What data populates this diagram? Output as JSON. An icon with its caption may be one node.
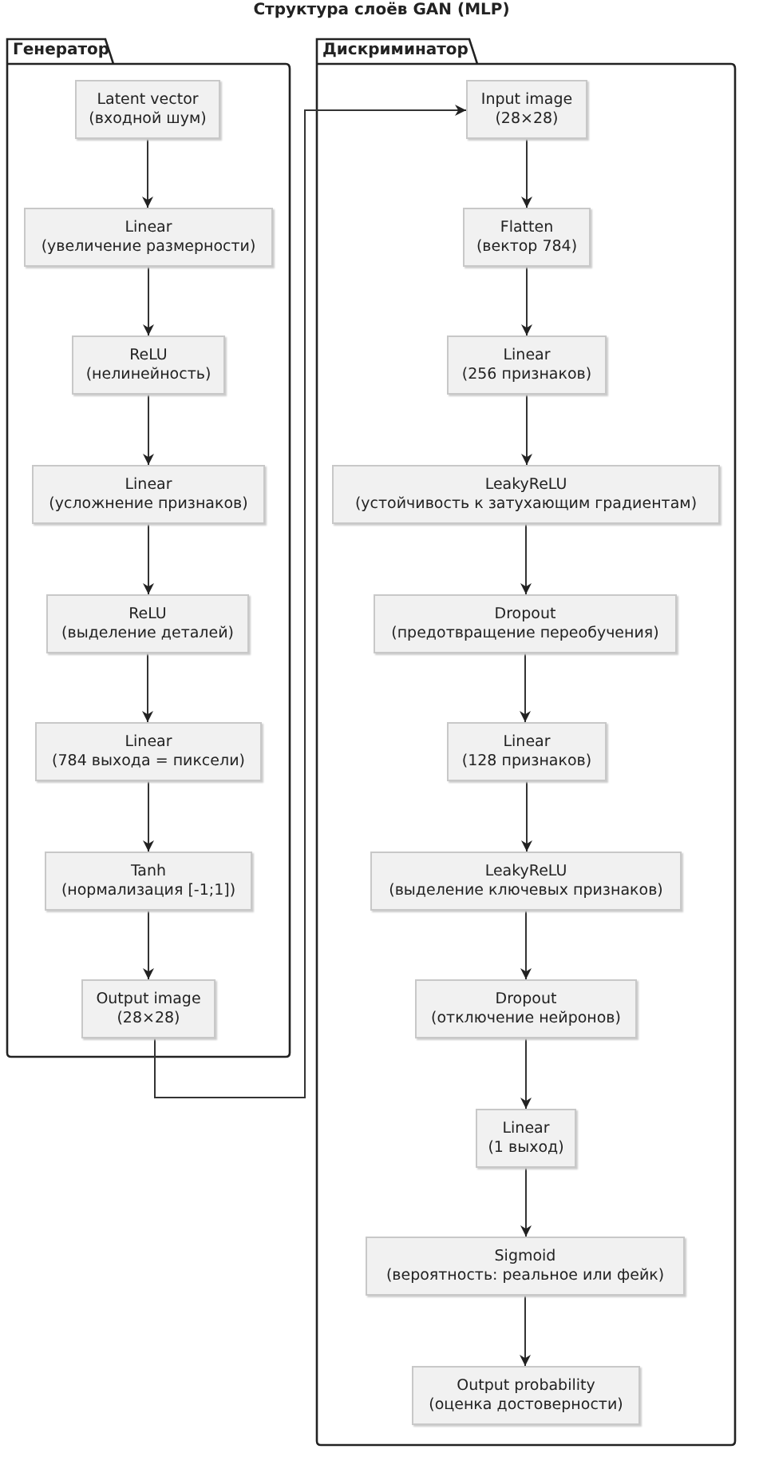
{
  "diagram": {
    "title": "Структура слоёв GAN (MLP)",
    "nodes": [
      {
        "text": [
          "Генератор"
        ]
      },
      {
        "text": [
          "Latent vector",
          "(входной шум)"
        ],
        "in": 0
      },
      {
        "text": [
          "Linear",
          "(увеличение размерности)"
        ],
        "in": 0
      },
      {
        "text": [
          "ReLU",
          "(нелинейность)"
        ],
        "in": 0
      },
      {
        "text": [
          "Linear",
          "(усложнение признаков)"
        ],
        "in": 0
      },
      {
        "text": [
          "ReLU",
          "(выделение деталей)"
        ],
        "in": 0
      },
      {
        "text": [
          "Linear",
          "(784 выхода = пиксели)"
        ],
        "in": 0
      },
      {
        "text": [
          "Tanh",
          "(нормализация [-1;1])"
        ],
        "in": 0
      },
      {
        "text": [
          "Output image",
          "(28×28)"
        ],
        "in": 0
      },
      {
        "text": [
          "Дискриминатор"
        ]
      },
      {
        "text": [
          "Input image",
          "(28×28)"
        ],
        "in": 9
      },
      {
        "text": [
          "Flatten",
          "(вектор 784)"
        ],
        "in": 9
      },
      {
        "text": [
          "Linear",
          "(256 признаков)"
        ],
        "in": 9
      },
      {
        "text": [
          "LeakyReLU",
          "(устойчивость к затухающим градиентам)"
        ],
        "in": 9
      },
      {
        "text": [
          "Dropout",
          "(предотвращение переобучения)"
        ],
        "in": 9
      },
      {
        "text": [
          "Linear",
          "(128 признаков)"
        ],
        "in": 9
      },
      {
        "text": [
          "LeakyReLU",
          "(выделение ключевых признаков)"
        ],
        "in": 9
      },
      {
        "text": [
          "Dropout",
          "(отключение нейронов)"
        ],
        "in": 9
      },
      {
        "text": [
          "Linear",
          "(1 выход)"
        ],
        "in": 9
      },
      {
        "text": [
          "Sigmoid",
          "(вероятность: реальное или фейк)"
        ],
        "in": 9
      },
      {
        "text": [
          "Output probability",
          "(оценка достоверности)"
        ],
        "in": 9
      }
    ],
    "edges": [
      {
        "from": 1,
        "to": 2,
        "arrow": "to"
      },
      {
        "from": 2,
        "to": 3,
        "arrow": "to"
      },
      {
        "from": 3,
        "to": 4,
        "arrow": "to"
      },
      {
        "from": 4,
        "to": 5,
        "arrow": "to"
      },
      {
        "from": 5,
        "to": 6,
        "arrow": "to"
      },
      {
        "from": 6,
        "to": 7,
        "arrow": "to"
      },
      {
        "from": 7,
        "to": 8,
        "arrow": "to"
      },
      {
        "from": 8,
        "to": 10,
        "arrow": "to"
      },
      {
        "from": 10,
        "to": 11,
        "arrow": "to"
      },
      {
        "from": 11,
        "to": 12,
        "arrow": "to"
      },
      {
        "from": 12,
        "to": 13,
        "arrow": "to"
      },
      {
        "from": 13,
        "to": 14,
        "arrow": "to"
      },
      {
        "from": 14,
        "to": 15,
        "arrow": "to"
      },
      {
        "from": 15,
        "to": 16,
        "arrow": "to"
      },
      {
        "from": 16,
        "to": 17,
        "arrow": "to"
      },
      {
        "from": 17,
        "to": 18,
        "arrow": "to"
      },
      {
        "from": 18,
        "to": 19,
        "arrow": "to"
      },
      {
        "from": 19,
        "to": 20,
        "arrow": "to"
      }
    ]
  }
}
